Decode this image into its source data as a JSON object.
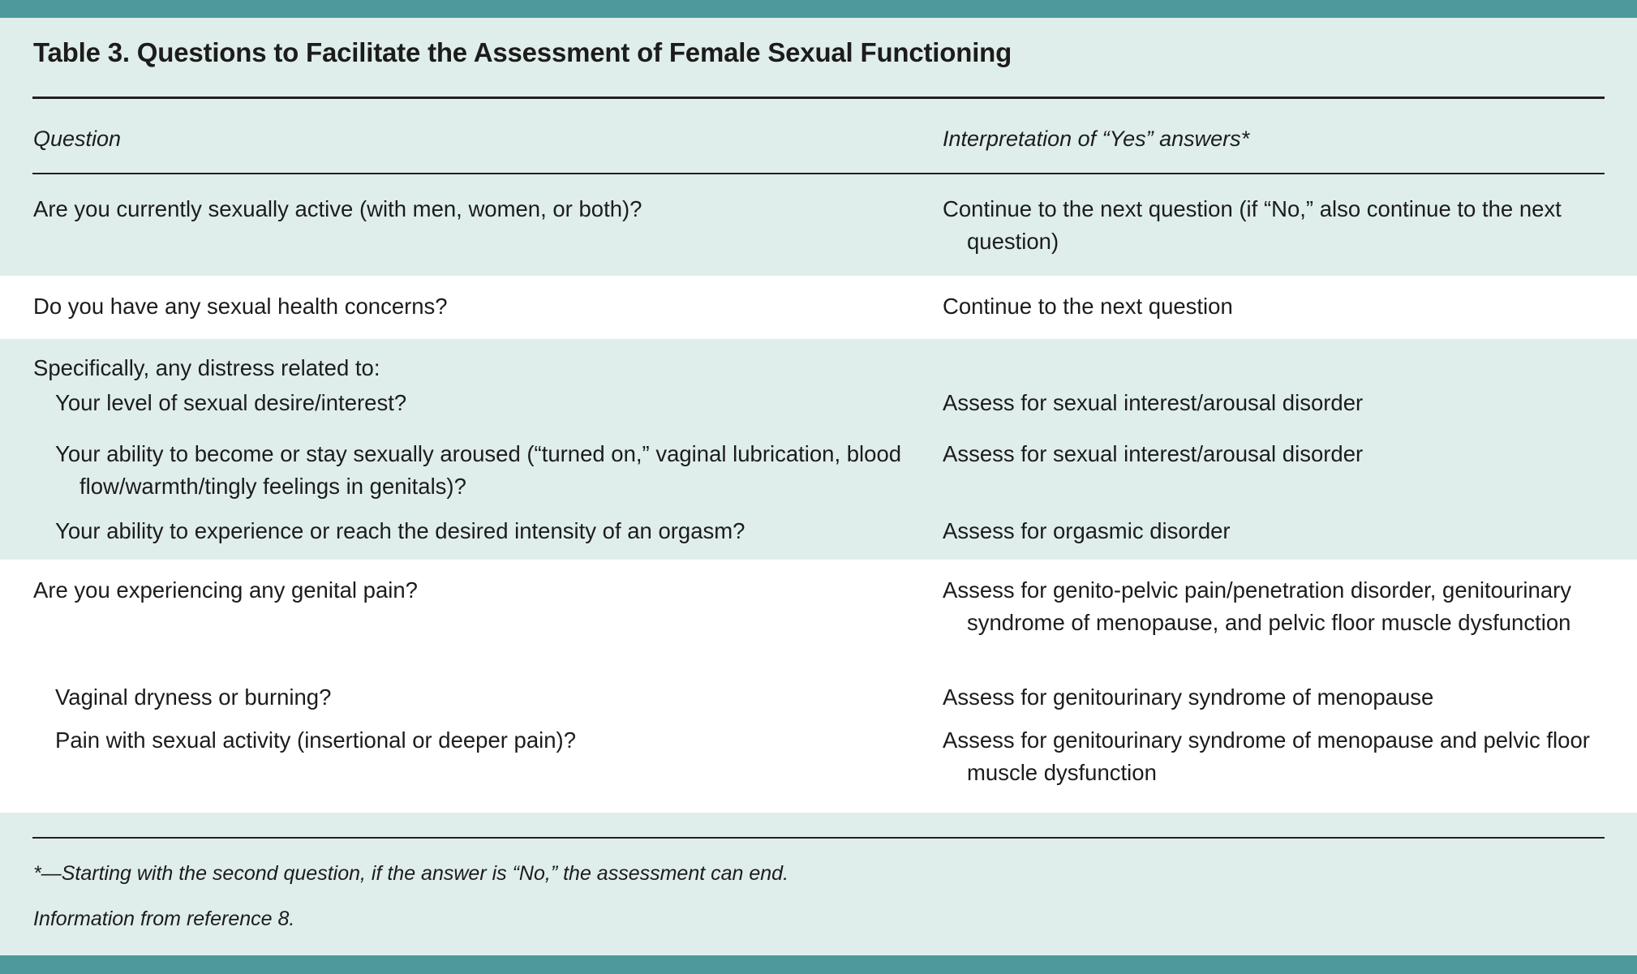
{
  "figure": {
    "title": "Table 3. Questions to Facilitate the Assessment of Female Sexual Functioning",
    "accent_color": "#4e9a9b",
    "band_color": "#e0eeeb",
    "rule_color": "#231f20",
    "text_color": "#1c1c1c"
  },
  "columns": {
    "question": "Question",
    "interpretation": "Interpretation of “Yes” answers*"
  },
  "rows": [
    {
      "shaded": true,
      "question": "Are you currently sexually active (with men, women, or both)?",
      "answer": "Continue to the next question (if “No,” also continue to the next question)"
    },
    {
      "shaded": false,
      "question": "Do you have any sexual health concerns?",
      "answer": "Continue to the next question"
    },
    {
      "shaded": true,
      "lead": "Specifically, any distress related to:",
      "subrows": [
        {
          "question": "Your level of sexual desire/interest?",
          "answer": "Assess for sexual interest/arousal disorder"
        },
        {
          "question": "Your ability to become or stay sexually aroused (“turned on,” vaginal lubrication, blood flow/warmth/tingly feelings in genitals)?",
          "answer": "Assess for sexual interest/arousal disorder"
        },
        {
          "question": "Your ability to experience or reach the desired intensity of an orgasm?",
          "answer": "Assess for orgasmic disorder"
        }
      ]
    },
    {
      "shaded": false,
      "lead": "Are you experiencing any genital pain?",
      "lead_answer": "Assess for genito-pelvic pain/penetration disorder, genitourinary syndrome of menopause, and pelvic floor muscle dysfunction",
      "subrows": [
        {
          "question": "Vaginal dryness or burning?",
          "answer": "Assess for genitourinary syndrome of menopause"
        },
        {
          "question": "Pain with sexual activity (insertional or deeper pain)?",
          "answer": "Assess for genitourinary syndrome of menopause and pelvic floor muscle dysfunction"
        }
      ]
    }
  ],
  "footnotes": {
    "asterisk": "*—Starting with the second question, if the answer is “No,” the assessment can end.",
    "source": "Information from reference 8."
  }
}
